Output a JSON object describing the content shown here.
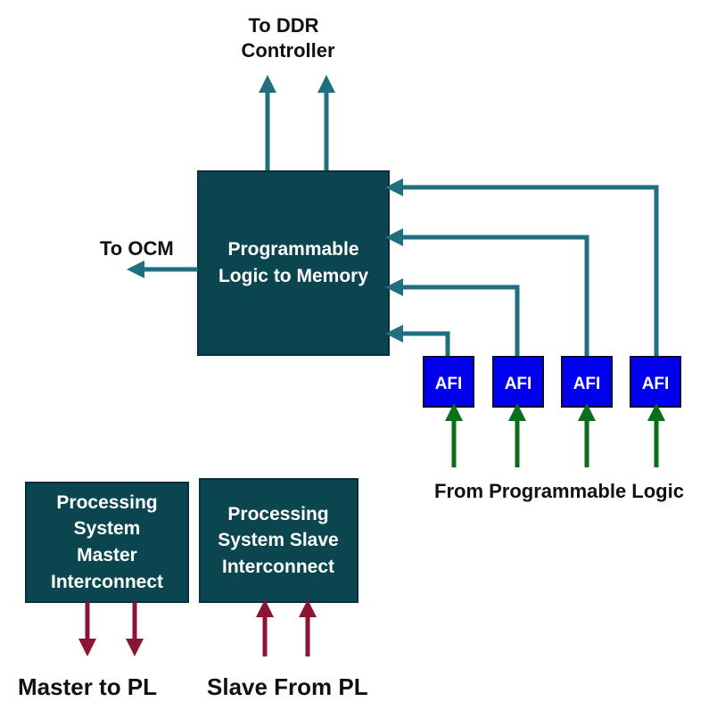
{
  "colors": {
    "box_fill": "#0b4650",
    "afi_fill": "#0000ee",
    "teal_arrow": "#1f6f80",
    "green_arrow": "#0a6e1a",
    "maroon_arrow": "#8a1535",
    "background": "#ffffff"
  },
  "labels": {
    "to_ddr_line1": "To DDR",
    "to_ddr_line2": "Controller",
    "to_ocm": "To OCM",
    "from_pl": "From Programmable Logic",
    "master_to_pl": "Master to PL",
    "slave_from_pl": "Slave From PL"
  },
  "boxes": {
    "pl_to_memory": {
      "line1": "Programmable",
      "line2": "Logic to Memory"
    },
    "ps_master": {
      "line1": "Processing",
      "line2": "System",
      "line3": "Master",
      "line4": "Interconnect"
    },
    "ps_slave": {
      "line1": "Processing",
      "line2": "System Slave",
      "line3": "Interconnect"
    }
  },
  "afi": [
    {
      "label": "AFI"
    },
    {
      "label": "AFI"
    },
    {
      "label": "AFI"
    },
    {
      "label": "AFI"
    }
  ]
}
